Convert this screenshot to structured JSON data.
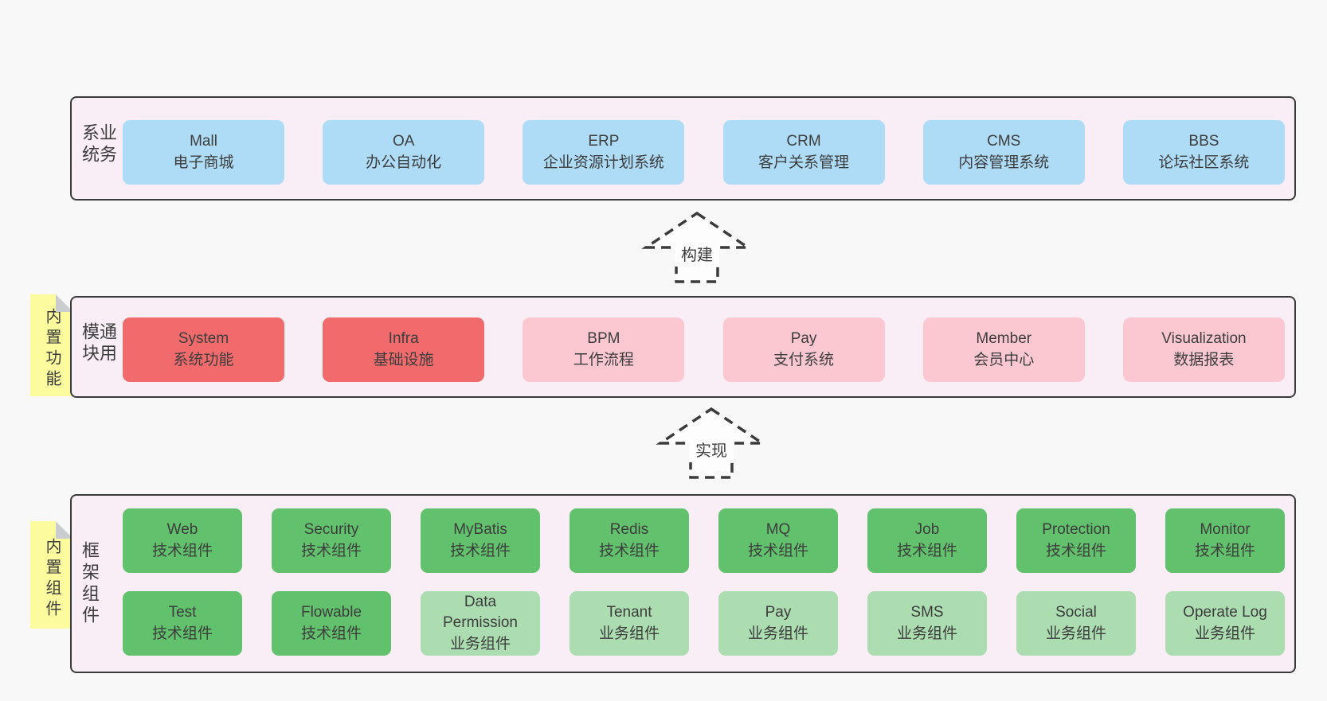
{
  "colors": {
    "page-bg": "#f8f8f8",
    "container-bg": "#f9edf6",
    "border": "#3b3b3b",
    "text": "#3d3d3d",
    "blue": "#aedcf6",
    "red": "#f16b6d",
    "pink": "#fbc8d2",
    "green": "#62c16c",
    "green-light": "#abddb0",
    "sticky-yellow": "#fcfc9f",
    "sticky-fold": "#c9cdd0",
    "arrow-fill": "#fdfdfd"
  },
  "arrows": {
    "build": "构建",
    "implement": "实现"
  },
  "business": {
    "label": "业务系统",
    "boxes": [
      {
        "title": "Mall",
        "subtitle": "电子商城",
        "variant": "blue"
      },
      {
        "title": "OA",
        "subtitle": "办公自动化",
        "variant": "blue"
      },
      {
        "title": "ERP",
        "subtitle": "企业资源计划系统",
        "variant": "blue"
      },
      {
        "title": "CRM",
        "subtitle": "客户关系管理",
        "variant": "blue"
      },
      {
        "title": "CMS",
        "subtitle": "内容管理系统",
        "variant": "blue"
      },
      {
        "title": "BBS",
        "subtitle": "论坛社区系统",
        "variant": "blue"
      }
    ]
  },
  "modules": {
    "label": "通用模块",
    "sticky": "内置功能",
    "boxes": [
      {
        "title": "System",
        "subtitle": "系统功能",
        "variant": "red"
      },
      {
        "title": "Infra",
        "subtitle": "基础设施",
        "variant": "red"
      },
      {
        "title": "BPM",
        "subtitle": "工作流程",
        "variant": "pink"
      },
      {
        "title": "Pay",
        "subtitle": "支付系统",
        "variant": "pink"
      },
      {
        "title": "Member",
        "subtitle": "会员中心",
        "variant": "pink"
      },
      {
        "title": "Visualization",
        "subtitle": "数据报表",
        "variant": "pink"
      }
    ]
  },
  "components": {
    "label": "框架组件",
    "sticky": "内置组件",
    "row1": [
      {
        "title": "Web",
        "subtitle": "技术组件",
        "variant": "green"
      },
      {
        "title": "Security",
        "subtitle": "技术组件",
        "variant": "green"
      },
      {
        "title": "MyBatis",
        "subtitle": "技术组件",
        "variant": "green"
      },
      {
        "title": "Redis",
        "subtitle": "技术组件",
        "variant": "green"
      },
      {
        "title": "MQ",
        "subtitle": "技术组件",
        "variant": "green"
      },
      {
        "title": "Job",
        "subtitle": "技术组件",
        "variant": "green"
      },
      {
        "title": "Protection",
        "subtitle": "技术组件",
        "variant": "green"
      },
      {
        "title": "Monitor",
        "subtitle": "技术组件",
        "variant": "green"
      }
    ],
    "row2": [
      {
        "title": "Test",
        "subtitle": "技术组件",
        "variant": "green"
      },
      {
        "title": "Flowable",
        "subtitle": "技术组件",
        "variant": "green"
      },
      {
        "title": "Data Permission",
        "subtitle": "业务组件",
        "variant": "green-light"
      },
      {
        "title": "Tenant",
        "subtitle": "业务组件",
        "variant": "green-light"
      },
      {
        "title": "Pay",
        "subtitle": "业务组件",
        "variant": "green-light"
      },
      {
        "title": "SMS",
        "subtitle": "业务组件",
        "variant": "green-light"
      },
      {
        "title": "Social",
        "subtitle": "业务组件",
        "variant": "green-light"
      },
      {
        "title": "Operate Log",
        "subtitle": "业务组件",
        "variant": "green-light"
      }
    ]
  }
}
